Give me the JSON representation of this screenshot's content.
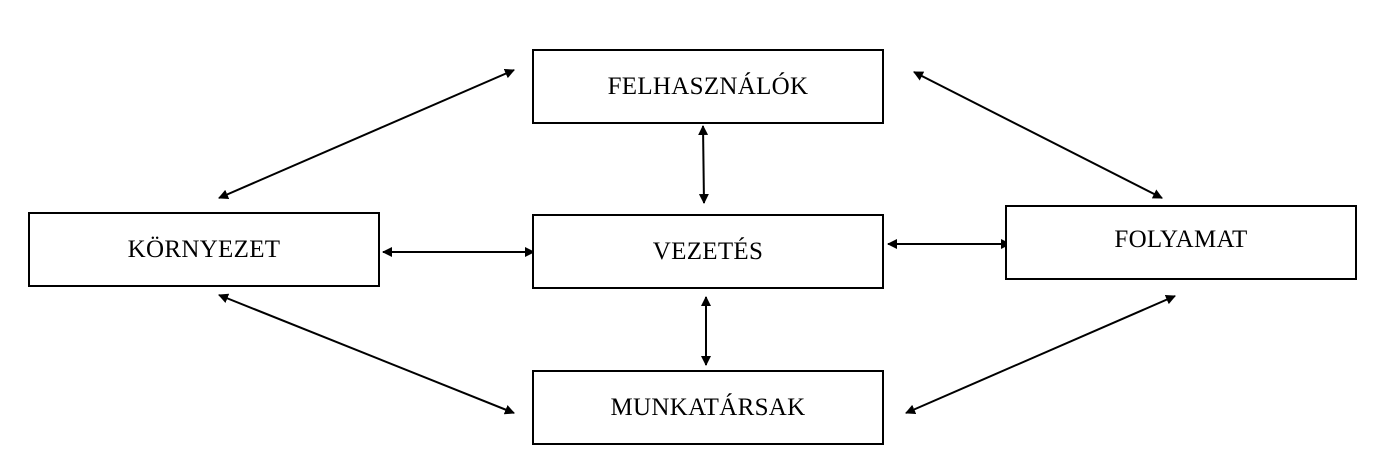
{
  "diagram": {
    "nodes": {
      "felhasznalok": "FELHASZNÁLÓK",
      "kornyezet": "KÖRNYEZET",
      "vezetes": "VEZETÉS",
      "folyamat": "FOLYAMAT",
      "munkatarsak": "MUNKATÁRSAK"
    },
    "edges": [
      {
        "from": "kornyezet",
        "to": "felhasznalok",
        "direction": "both"
      },
      {
        "from": "felhasznalok",
        "to": "vezetes",
        "direction": "both"
      },
      {
        "from": "felhasznalok",
        "to": "folyamat",
        "direction": "both"
      },
      {
        "from": "kornyezet",
        "to": "vezetes",
        "direction": "both"
      },
      {
        "from": "vezetes",
        "to": "folyamat",
        "direction": "both"
      },
      {
        "from": "vezetes",
        "to": "munkatarsak",
        "direction": "both"
      },
      {
        "from": "kornyezet",
        "to": "munkatarsak",
        "direction": "both"
      },
      {
        "from": "munkatarsak",
        "to": "folyamat",
        "direction": "both"
      }
    ],
    "line_color": "#000000"
  }
}
